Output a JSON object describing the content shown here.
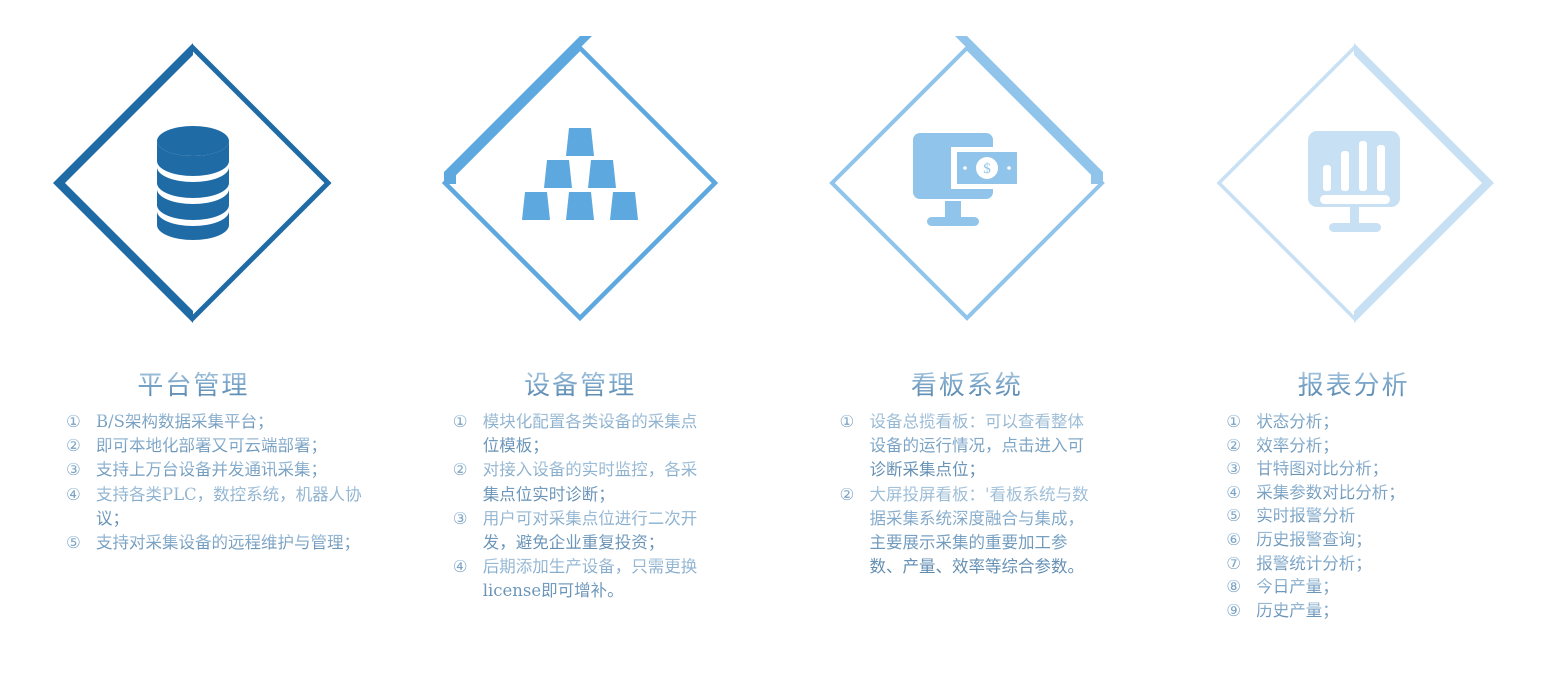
{
  "palette": {
    "dark_blue": "#1f6ba5",
    "medium_blue": "#5ea8e0",
    "light_blue": "#90c4ea",
    "pale_blue": "#c8e0f4",
    "heading_gradient_top": "#a8c6de",
    "heading_gradient_bottom": "#4d7da6",
    "body_text": "#5a86ab",
    "background": "#ffffff"
  },
  "columns": [
    {
      "id": "platform-management",
      "title": "平台管理",
      "icon": "database-icon",
      "accent_color": "#1f6ba5",
      "accent_edge": "bottom-left",
      "items": [
        {
          "marker": "①",
          "text": "B/S架构数据采集平台；"
        },
        {
          "marker": "②",
          "text": "即可本地化部署又可云端部署；"
        },
        {
          "marker": "③",
          "text": "支持上万台设备并发通讯采集；"
        },
        {
          "marker": "④",
          "text": "支持各类PLC，数控系统，机器人协议；"
        },
        {
          "marker": "⑤",
          "text": "支持对采集设备的远程维护与管理；"
        }
      ]
    },
    {
      "id": "equipment-management",
      "title": "设备管理",
      "icon": "stacked-blocks-icon",
      "accent_color": "#5ea8e0",
      "accent_edge": "top-left",
      "items": [
        {
          "marker": "①",
          "text": "模块化配置各类设备的采集点位模板；"
        },
        {
          "marker": "②",
          "text": "对接入设备的实时监控，各采集点位实时诊断；"
        },
        {
          "marker": "③",
          "text": "用户可对采集点位进行二次开发，避免企业重复投资；"
        },
        {
          "marker": "④",
          "text": "后期添加生产设备，只需更换license即可增补。"
        }
      ]
    },
    {
      "id": "kanban-system",
      "title": "看板系统",
      "icon": "monitor-money-icon",
      "accent_color": "#90c4ea",
      "accent_edge": "top-right",
      "items": [
        {
          "marker": "①",
          "text": "设备总揽看板：可以查看整体设备的运行情况，点击进入可诊断采集点位；"
        },
        {
          "marker": "②",
          "text": "大屏投屏看板：'看板系统与数据采集系统深度融合与集成，主要展示采集的重要加工参数、产量、效率等综合参数。"
        }
      ]
    },
    {
      "id": "report-analysis",
      "title": "报表分析",
      "icon": "monitor-bar-chart-icon",
      "accent_color": "#c8e0f4",
      "accent_edge": "bottom-right",
      "items": [
        {
          "marker": "①",
          "text": "状态分析；"
        },
        {
          "marker": "②",
          "text": "效率分析；"
        },
        {
          "marker": "③",
          "text": "甘特图对比分析；"
        },
        {
          "marker": "④",
          "text": "采集参数对比分析；"
        },
        {
          "marker": "⑤",
          "text": "实时报警分析"
        },
        {
          "marker": "⑥",
          "text": "历史报警查询；"
        },
        {
          "marker": "⑦",
          "text": "报警统计分析；"
        },
        {
          "marker": "⑧",
          "text": "今日产量；"
        },
        {
          "marker": "⑨",
          "text": "历史产量；"
        }
      ]
    }
  ]
}
